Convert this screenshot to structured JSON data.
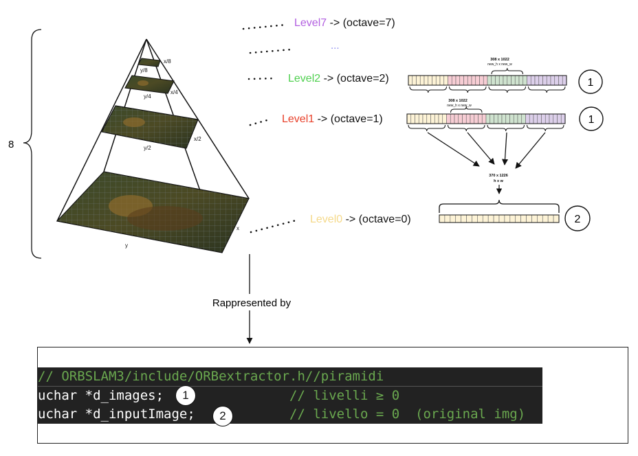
{
  "brace_label": "8",
  "pyramid_labels": {
    "x8": "x/8",
    "y8": "y/8",
    "x4": "x/4",
    "y4": "y/4",
    "x2": "x/2",
    "y2": "y/2",
    "x": "x",
    "y": "y"
  },
  "levels": [
    {
      "name": "Level7",
      "suffix": " -> (octave=7)",
      "color": "#b25fe0"
    },
    {
      "name": "...",
      "suffix": "",
      "color": "#8888ee"
    },
    {
      "name": "Level2",
      "suffix": " -> (octave=2)",
      "color": "#4fd04f"
    },
    {
      "name": "Level1",
      "suffix": " -> (octave=1)",
      "color": "#e8402a"
    },
    {
      "name": "Level0",
      "suffix": " -> (octave=0)",
      "color": "#f5d98a"
    }
  ],
  "row_level2": {
    "dims": "308 x 1022",
    "sub": "new_h x new_w",
    "badge": "1"
  },
  "row_level1": {
    "dims": "308 x 1022",
    "sub": "new_h x new_w",
    "badge": "1"
  },
  "row_level0": {
    "dims": "370 x 1226",
    "sub": "h x w",
    "badge": "2"
  },
  "segment_colors": [
    "#fdf3d6",
    "#f7cdd4",
    "#cfe3cf",
    "#dccfea"
  ],
  "arrow_label": "Rappresented by",
  "code": {
    "line1": "// ORBSLAM3/include/ORBextractor.h//piramidi",
    "line2_code": "uchar *d_images;",
    "line2_comment": "// livelli ≥ 0",
    "line2_badge": "1",
    "line3_code": "uchar *d_inputImage;",
    "line3_comment": "// livello = 0  (original img)",
    "line3_badge": "2"
  }
}
